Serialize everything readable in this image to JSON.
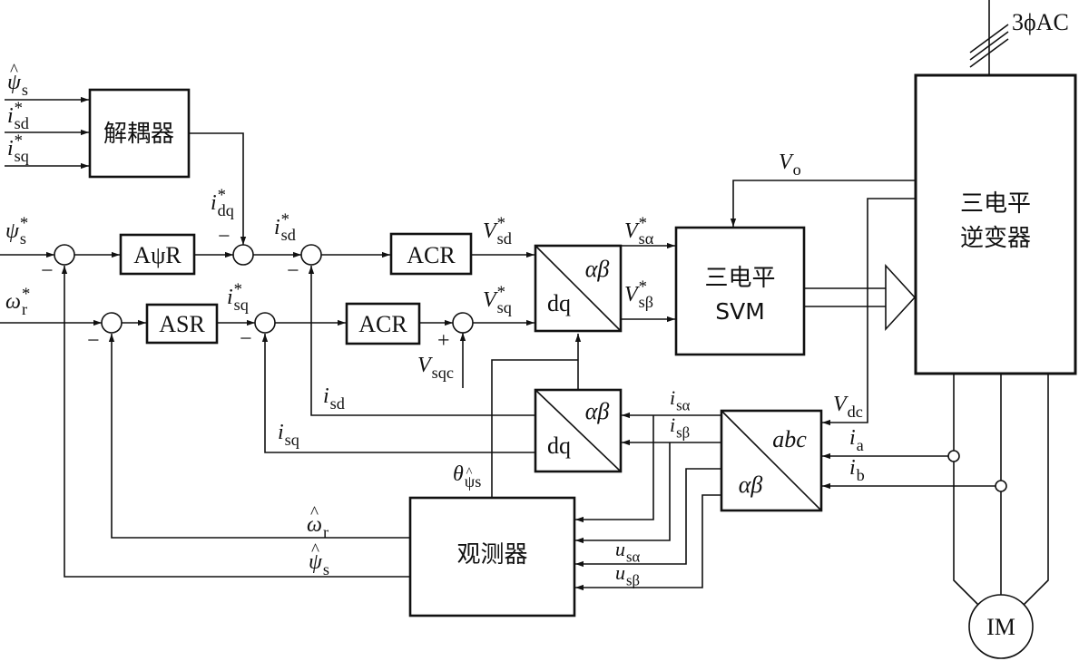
{
  "blocks": {
    "decoupler": "解耦器",
    "flux_regulator": "AψR",
    "speed_regulator": "ASR",
    "current_regulator": "ACR",
    "svm_line1": "三电平",
    "svm_line2": "SVM",
    "inverter_line1": "三电平",
    "inverter_line2": "逆变器",
    "observer": "观测器",
    "motor": "IM",
    "dq_ab_alpha_beta": "αβ",
    "dq_ab_dq": "dq",
    "abc_label": "abc",
    "abc_alpha_beta": "αβ"
  },
  "supply": {
    "label": "3ϕAC"
  },
  "signals": {
    "psi_hat_s": {
      "base": "ψ",
      "sub": "s",
      "hat": "^"
    },
    "i_sd_ref": {
      "base": "i",
      "sub": "sd",
      "sup": "*"
    },
    "i_sq_ref": {
      "base": "i",
      "sub": "sq",
      "sup": "*"
    },
    "i_dq_ref": {
      "base": "i",
      "sub": "dq",
      "sup": "*"
    },
    "psi_s_ref": {
      "base": "ψ",
      "sub": "s",
      "sup": "*"
    },
    "i_sd_ref2": {
      "base": "i",
      "sub": "sd",
      "sup": "*"
    },
    "omega_r_ref": {
      "base": "ω",
      "sub": "r",
      "sup": "*"
    },
    "i_sq_ref2": {
      "base": "i",
      "sub": "sq",
      "sup": "*"
    },
    "v_sd_ref": {
      "base": "V",
      "sub": "sd",
      "sup": "*"
    },
    "v_sq_ref": {
      "base": "V",
      "sub": "sq",
      "sup": "*"
    },
    "v_s_alpha_ref": {
      "base": "V",
      "sub": "sα",
      "sup": "*"
    },
    "v_s_beta_ref": {
      "base": "V",
      "sub": "sβ",
      "sup": "*"
    },
    "v_o": {
      "base": "V",
      "sub": "o"
    },
    "v_sqc": {
      "base": "V",
      "sub": "sqc"
    },
    "i_sd": {
      "base": "i",
      "sub": "sd"
    },
    "i_sq": {
      "base": "i",
      "sub": "sq"
    },
    "i_s_alpha": {
      "base": "i",
      "sub": "sα"
    },
    "i_s_beta": {
      "base": "i",
      "sub": "sβ"
    },
    "v_dc": {
      "base": "V",
      "sub": "dc"
    },
    "i_a": {
      "base": "i",
      "sub": "a"
    },
    "i_b": {
      "base": "i",
      "sub": "b"
    },
    "theta": {
      "base": "θ",
      "sub": "ψs",
      "subhat": "^"
    },
    "omega_hat_r": {
      "base": "ω",
      "sub": "r",
      "hat": "^"
    },
    "psi_hat_s2": {
      "base": "ψ",
      "sub": "s",
      "hat": "^"
    },
    "u_s_alpha": {
      "base": "u",
      "sub": "sα"
    },
    "u_s_beta": {
      "base": "u",
      "sub": "sβ"
    }
  },
  "signs": {
    "minus": "−",
    "plus": "+"
  }
}
